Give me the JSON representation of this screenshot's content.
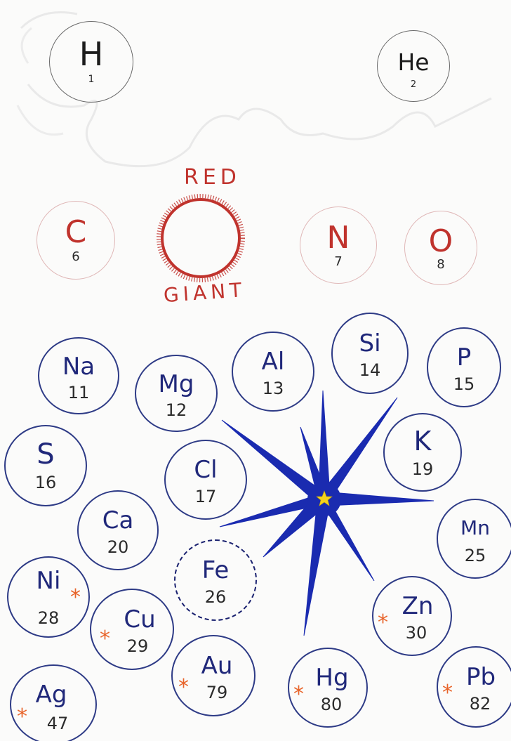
{
  "colors": {
    "blue_ink": "#20287a",
    "red_pencil": "#c0332d",
    "black_ink": "#1c1c1c",
    "spark_orange": "#e8642a",
    "star_blue": "#1a2bb0",
    "star_core": "#f4d21c"
  },
  "red_giant": {
    "top_label": "RED",
    "bottom_label": "GIANT"
  },
  "elements": {
    "h": {
      "symbol": "H",
      "number": "1"
    },
    "he": {
      "symbol": "He",
      "number": "2"
    },
    "c": {
      "symbol": "C",
      "number": "6"
    },
    "n": {
      "symbol": "N",
      "number": "7"
    },
    "o": {
      "symbol": "O",
      "number": "8"
    },
    "na": {
      "symbol": "Na",
      "number": "11"
    },
    "mg": {
      "symbol": "Mg",
      "number": "12"
    },
    "al": {
      "symbol": "Al",
      "number": "13"
    },
    "si": {
      "symbol": "Si",
      "number": "14"
    },
    "p": {
      "symbol": "P",
      "number": "15"
    },
    "s": {
      "symbol": "S",
      "number": "16"
    },
    "cl": {
      "symbol": "Cl",
      "number": "17"
    },
    "k": {
      "symbol": "K",
      "number": "19"
    },
    "ca": {
      "symbol": "Ca",
      "number": "20"
    },
    "mn": {
      "symbol": "Mn",
      "number": "25"
    },
    "fe": {
      "symbol": "Fe",
      "number": "26"
    },
    "ni": {
      "symbol": "Ni",
      "number": "28"
    },
    "cu": {
      "symbol": "Cu",
      "number": "29"
    },
    "zn": {
      "symbol": "Zn",
      "number": "30"
    },
    "ag": {
      "symbol": "Ag",
      "number": "47"
    },
    "au": {
      "symbol": "Au",
      "number": "79"
    },
    "hg": {
      "symbol": "Hg",
      "number": "80"
    },
    "pb": {
      "symbol": "Pb",
      "number": "82"
    }
  },
  "supernova_mark": "*"
}
